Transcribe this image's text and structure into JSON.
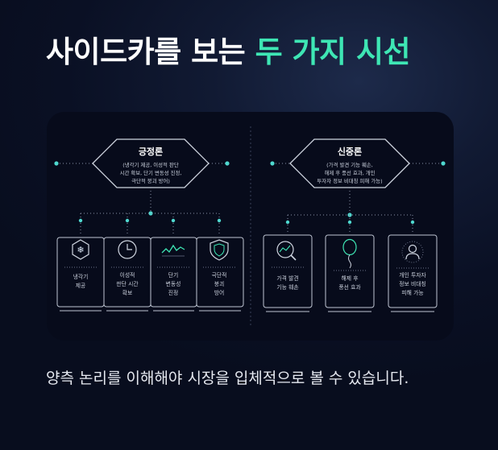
{
  "title": {
    "main": "사이드카를 보는",
    "accent": "두 가지 시선"
  },
  "positive": {
    "heading": "긍정론",
    "desc": [
      "(냉각기 제공, 이성적 판단",
      "시간 확보, 단기 변동성 진정,",
      "극단적 붕괴 방어)"
    ],
    "cards": [
      {
        "icon": "snowflake-icon",
        "lines": [
          "냉각기",
          "제공"
        ]
      },
      {
        "icon": "clock-icon",
        "lines": [
          "이성적",
          "판단 시간",
          "확보"
        ]
      },
      {
        "icon": "wave-chart-icon",
        "lines": [
          "단기",
          "변동성",
          "진정"
        ]
      },
      {
        "icon": "shield-icon",
        "lines": [
          "극단적",
          "붕괴",
          "방어"
        ]
      }
    ]
  },
  "negative": {
    "heading": "신중론",
    "desc": [
      "(가격 발견 기능 훼손,",
      "해제 후 풍선 효과, 개인",
      "투자자 정보 비대칭 피해 가능)"
    ],
    "cards": [
      {
        "icon": "magnifier-chart-icon",
        "lines": [
          "가격 발견",
          "기능 훼손"
        ]
      },
      {
        "icon": "balloon-icon",
        "lines": [
          "해제 후",
          "풍선 효과"
        ]
      },
      {
        "icon": "person-icon",
        "lines": [
          "개인 투자자",
          "정보 비대칭",
          "피해 가능"
        ]
      }
    ]
  },
  "caption": "양측 논리를 이해해야 시장을 입체적으로 볼 수 있습니다.",
  "colors": {
    "accent": "#3ee6b4",
    "dot": "#4fd8cf",
    "line": "#8a93a8"
  }
}
